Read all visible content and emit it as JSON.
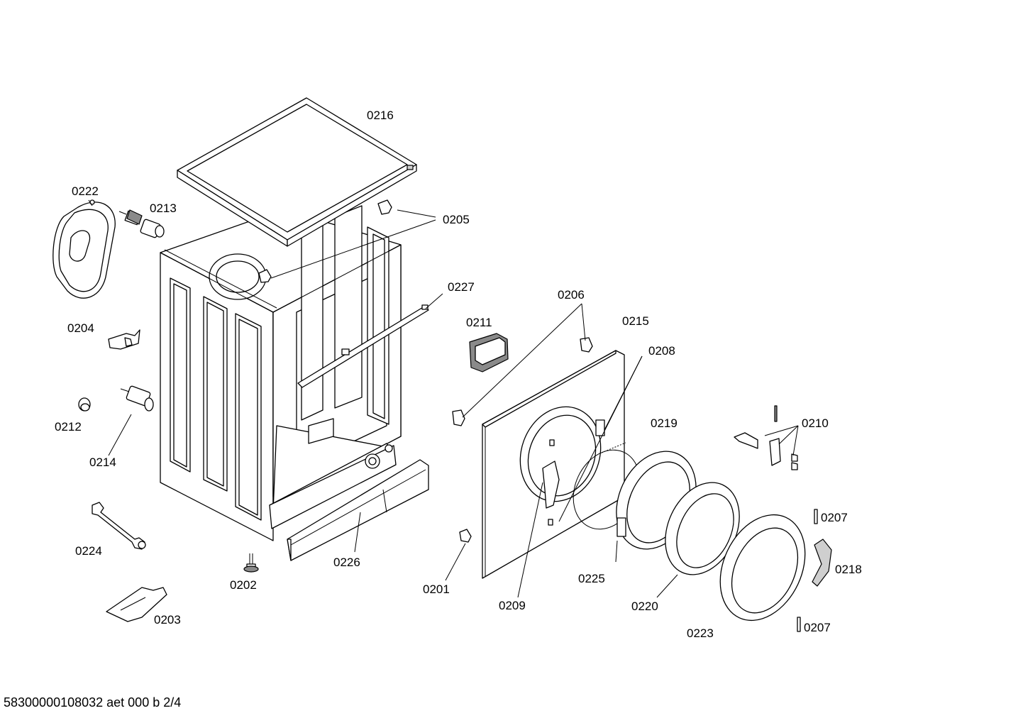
{
  "diagram": {
    "part_labels": {
      "p0216": "0216",
      "p0222": "0222",
      "p0213": "0213",
      "p0205": "0205",
      "p0227": "0227",
      "p0204": "0204",
      "p0206": "0206",
      "p0211": "0211",
      "p0215": "0215",
      "p0208": "0208",
      "p0212": "0212",
      "p0214": "0214",
      "p0219": "0219",
      "p0210": "0210",
      "p0224": "0224",
      "p0226": "0226",
      "p0202": "0202",
      "p0201": "0201",
      "p0209": "0209",
      "p0225": "0225",
      "p0220": "0220",
      "p0207a": "0207",
      "p0218": "0218",
      "p0207b": "0207",
      "p0223": "0223",
      "p0203": "0203"
    },
    "footer": "58300000108032 aet 000 b 2/4"
  }
}
